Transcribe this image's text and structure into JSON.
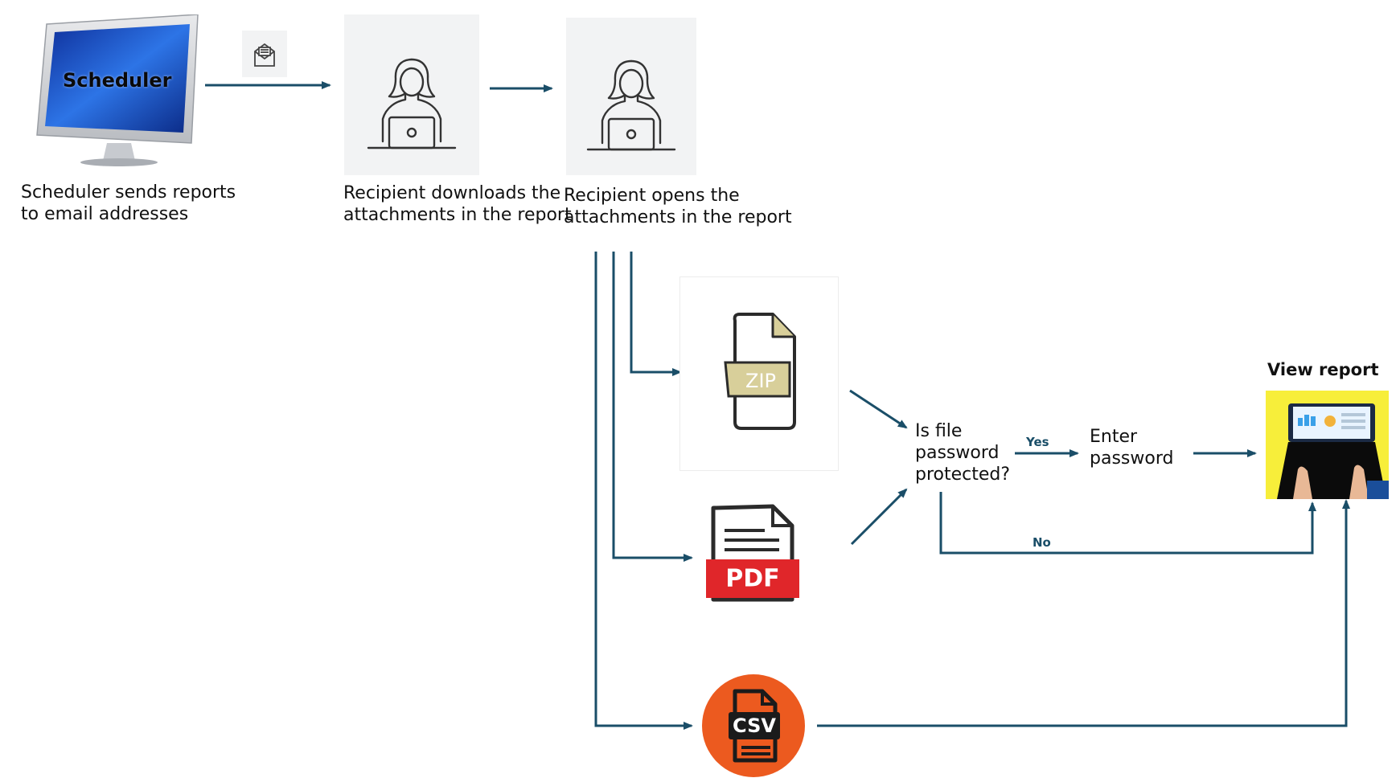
{
  "monitor": {
    "label": "Scheduler"
  },
  "captions": {
    "scheduler": [
      "Scheduler sends reports",
      "to email addresses"
    ],
    "download": [
      "Recipient downloads the",
      "attachments in the report"
    ],
    "open": [
      "Recipient opens the",
      "attachments in the report"
    ]
  },
  "files": {
    "zip": "ZIP",
    "pdf": "PDF",
    "csv": "CSV"
  },
  "decision": [
    "Is file",
    "password",
    "protected?"
  ],
  "enter_password": [
    "Enter",
    "password"
  ],
  "branches": {
    "yes": "Yes",
    "no": "No"
  },
  "view_report": "View report",
  "colors": {
    "arrow": "#1a4e68",
    "pdf_red": "#e0262a",
    "csv_orange": "#ec5a1f",
    "zip_band": "#d8cf9a",
    "view_bg": "#f7ee3a",
    "screen_blue": "#1b4fd6"
  },
  "icons": [
    "envelope-icon",
    "person-laptop-icon",
    "zip-file-icon",
    "pdf-file-icon",
    "csv-file-icon",
    "monitor-icon",
    "laptop-typing-icon"
  ]
}
